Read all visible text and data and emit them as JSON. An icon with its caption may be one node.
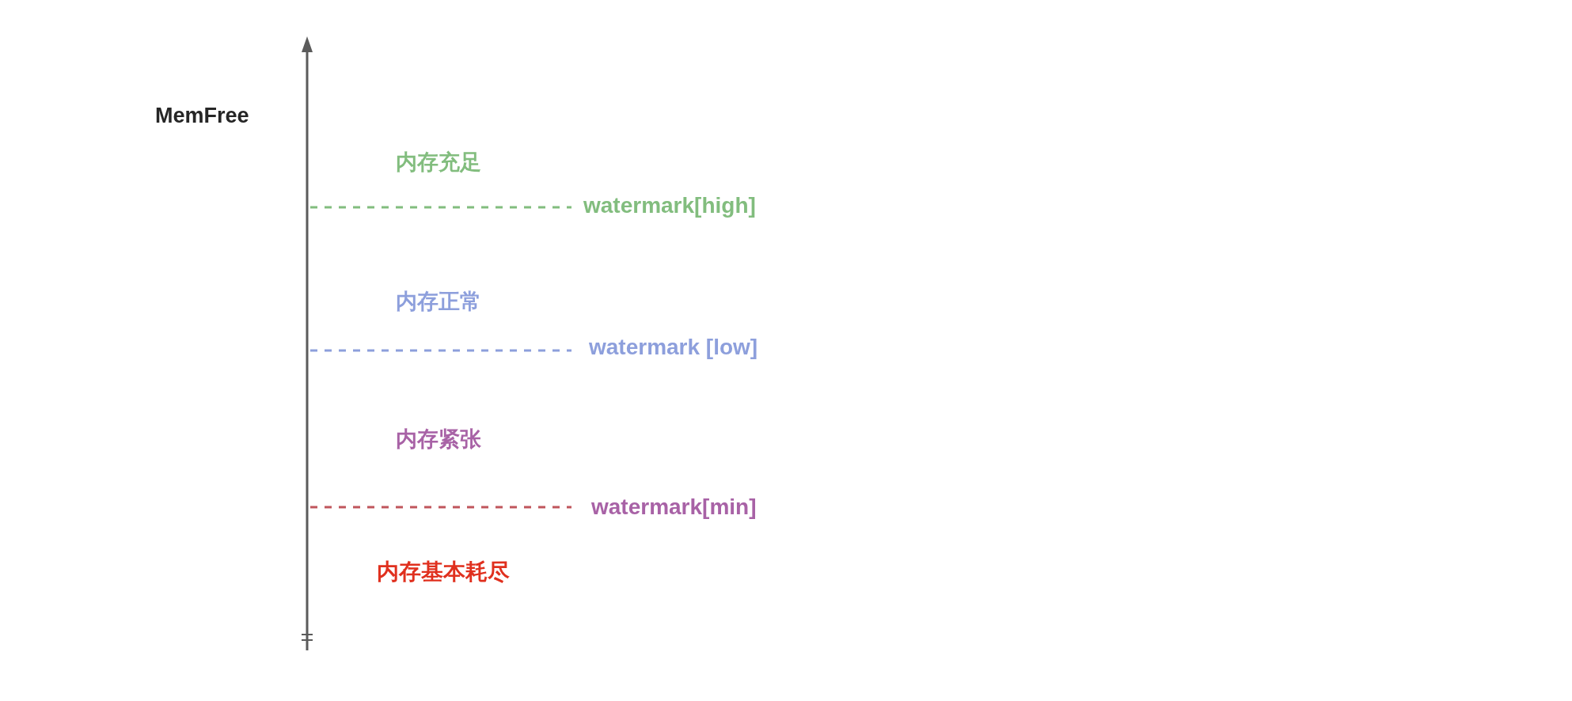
{
  "diagram": {
    "labels": [
      "MemFree",
      "内存充足",
      "watermark[high]",
      "内存正常",
      "watermark [low]",
      "内存紧张",
      "watermark[min]",
      "内存基本耗尽"
    ]
  }
}
